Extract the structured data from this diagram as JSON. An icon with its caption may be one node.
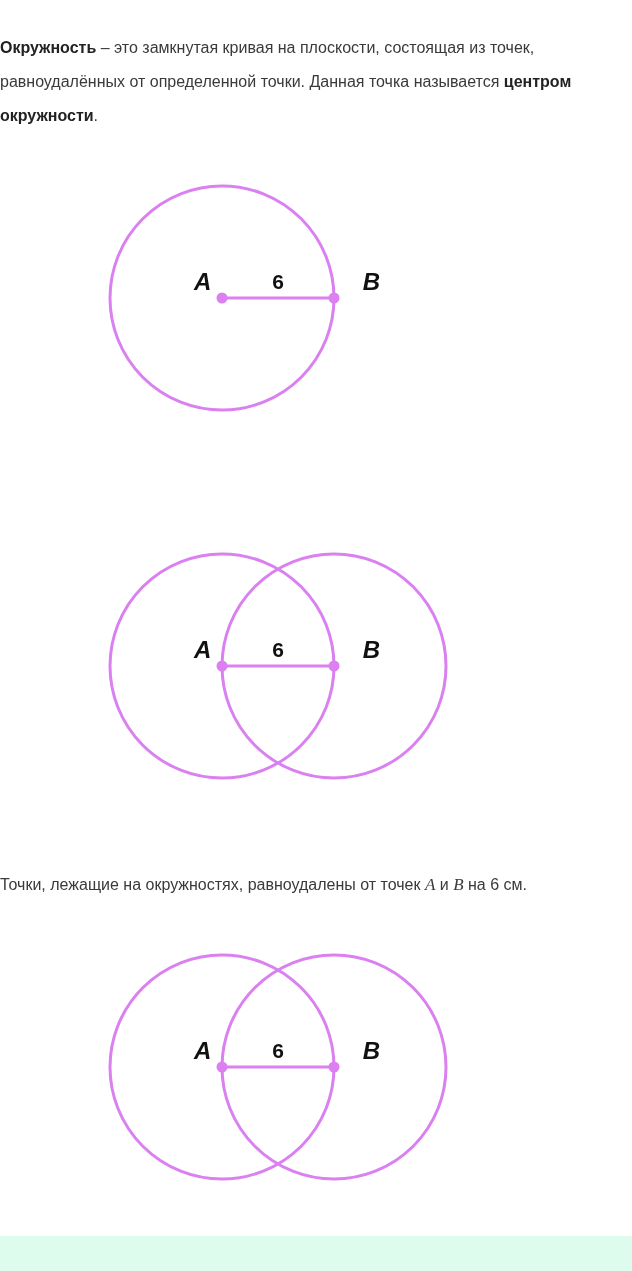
{
  "diagram": {
    "nodes": [
      {
        "text": [
          "A"
        ]
      },
      {
        "text": [
          "B"
        ]
      },
      {
        "text": [
          "A"
        ]
      },
      {
        "text": [
          "B"
        ]
      },
      {
        "text": [
          "A"
        ]
      },
      {
        "text": [
          "B"
        ]
      }
    ],
    "edges": [
      {
        "from": 0,
        "to": 1,
        "arrow": "other",
        "label": "6"
      },
      {
        "from": 2,
        "to": 3,
        "arrow": "other",
        "label": "6"
      },
      {
        "from": 4,
        "to": 5,
        "arrow": "other",
        "label": "6"
      }
    ],
    "labels": [
      "**Окружность** – это замкнутая кривая на плоскости, состоящая из точек, равноудалённых от определенной точки. Данная точка называется **центром окружности**.",
      "Точки, лежащие на окружностях, равноудалены от точек *A* и *B* на 6 см."
    ]
  }
}
